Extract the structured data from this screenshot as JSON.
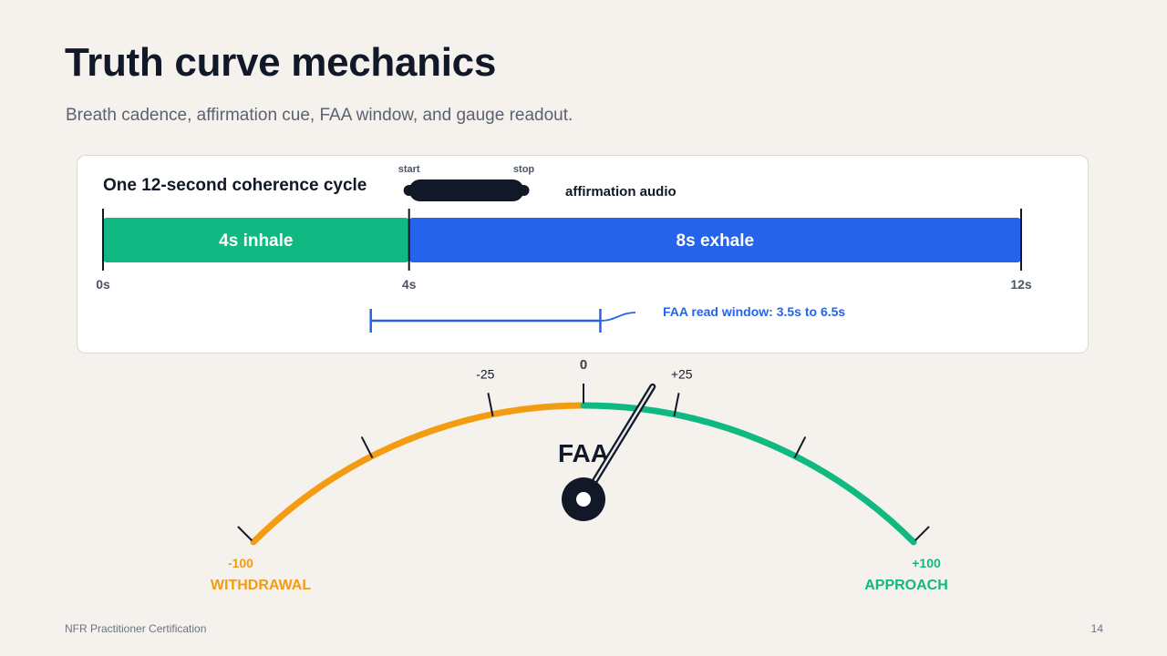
{
  "slide": {
    "title": "Truth curve mechanics",
    "subtitle": "Breath cadence, affirmation cue, FAA window, and gauge readout.",
    "footer": "NFR Practitioner Certification",
    "page_number": "14"
  },
  "cycle": {
    "heading": "One 12-second coherence cycle",
    "total_seconds": 12,
    "phases": [
      {
        "label": "4s inhale",
        "start": 0,
        "end": 4,
        "color": "#10b981"
      },
      {
        "label": "8s exhale",
        "start": 4,
        "end": 12,
        "color": "#2563eb"
      }
    ],
    "ticks": [
      {
        "value": 0,
        "label": "0s"
      },
      {
        "value": 4,
        "label": "4s"
      },
      {
        "value": 12,
        "label": "12s"
      }
    ],
    "affirmation": {
      "start_label": "start",
      "stop_label": "stop",
      "label": "affirmation audio",
      "start": 4,
      "stop": 5.5
    },
    "faa_window": {
      "label": "FAA read window: 3.5s to 6.5s",
      "start": 3.5,
      "end": 6.5
    }
  },
  "gauge": {
    "center_label": "FAA",
    "min": -100,
    "max": 100,
    "value": 35,
    "labels": [
      {
        "value": -100,
        "text": "-100",
        "color": "#f39c12"
      },
      {
        "value": -25,
        "text": "-25",
        "color": "#111827"
      },
      {
        "value": 0,
        "text": "0",
        "color": "#374151"
      },
      {
        "value": 25,
        "text": "+25",
        "color": "#111827"
      },
      {
        "value": 100,
        "text": "+100",
        "color": "#10b981"
      }
    ],
    "minor_ticks": [
      -60,
      60
    ],
    "negative_color": "#f39c12",
    "positive_color": "#10b981",
    "left_zone_label": "WITHDRAWAL",
    "right_zone_label": "APPROACH"
  }
}
